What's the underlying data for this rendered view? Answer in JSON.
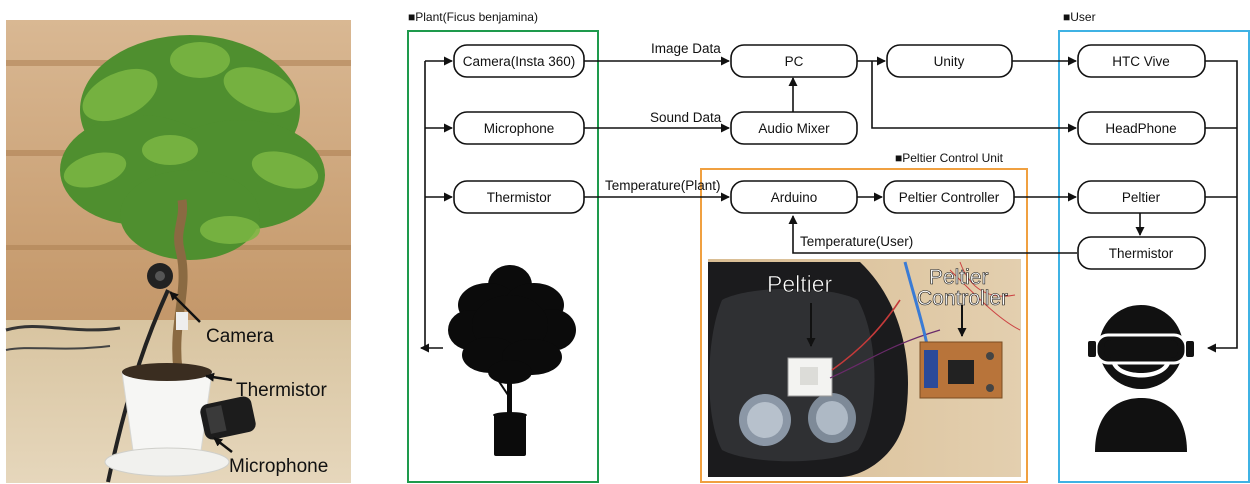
{
  "photo_left": {
    "callouts": {
      "camera": "Camera",
      "thermistor": "Thermistor",
      "microphone": "Microphone"
    }
  },
  "groups": {
    "plant": {
      "label": "■Plant(Ficus benjamina)",
      "color": "#1e9a4c"
    },
    "peltier_unit": {
      "label": "■Peltier Control Unit",
      "color": "#f0a040"
    },
    "user": {
      "label": "■User",
      "color": "#3fb2e4"
    }
  },
  "nodes": {
    "camera": "Camera(Insta 360)",
    "microphone": "Microphone",
    "thermistor_plant": "Thermistor",
    "pc": "PC",
    "audio_mixer": "Audio Mixer",
    "unity": "Unity",
    "arduino": "Arduino",
    "peltier_controller": "Peltier Controller",
    "htc_vive": "HTC Vive",
    "headphone": "HeadPhone",
    "peltier": "Peltier",
    "thermistor_user": "Thermistor"
  },
  "edge_labels": {
    "image_data": "Image Data",
    "sound_data": "Sound Data",
    "temperature_plant": "Temperature(Plant)",
    "temperature_user": "Temperature(User)"
  },
  "inset_photo": {
    "label_peltier": "Peltier",
    "label_controller_line1": "Peltier",
    "label_controller_line2": "Controller"
  }
}
